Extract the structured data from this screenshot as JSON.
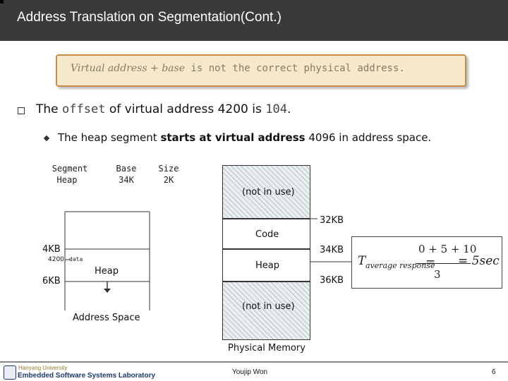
{
  "slide": {
    "title": "Address Translation on Segmentation(Cont.)",
    "callout": {
      "part_italic": "Virtual address + base",
      "part_rest": " is not the correct physical address."
    },
    "bullet1": {
      "pre": "The ",
      "code1": "offset",
      "mid": " of virtual address 4200 is ",
      "code2": "104",
      "post": "."
    },
    "bullet2": {
      "pre": "The heap segment ",
      "mid": "starts at virtual address",
      "post": " 4096 in address space."
    }
  },
  "segment_table": {
    "headers": [
      "Segment",
      "Base",
      "Size"
    ],
    "rows": [
      [
        "Heap",
        "34K",
        "2K"
      ]
    ]
  },
  "address_space": {
    "label_4kb": "4KB",
    "label_4200": "4200",
    "label_data": "data",
    "label_heap": "Heap",
    "label_6kb": "6KB",
    "caption": "Address Space"
  },
  "physical_memory": {
    "not_in_use_top": "(not in use)",
    "label_32kb": "32KB",
    "code": "Code",
    "label_34kb": "34KB",
    "heap": "Heap",
    "label_36kb": "36KB",
    "not_in_use_bottom": "(not in use)",
    "caption": "Physical Memory"
  },
  "formula": {
    "lhs": "T",
    "lhs_sub": "average response",
    "numerator": "0 + 5 + 10",
    "denominator": "3",
    "rhs": "= 5sec"
  },
  "footer": {
    "university": "Hanyang University",
    "lab": "Embedded Software Systems Laboratory",
    "author": "Youjip Won",
    "page": "6"
  },
  "colors": {
    "title_bar": "#3a3a3a",
    "callout_fill": "#f6e9c9",
    "callout_border": "#c58c4a",
    "lab_blue": "#1f3a73"
  }
}
